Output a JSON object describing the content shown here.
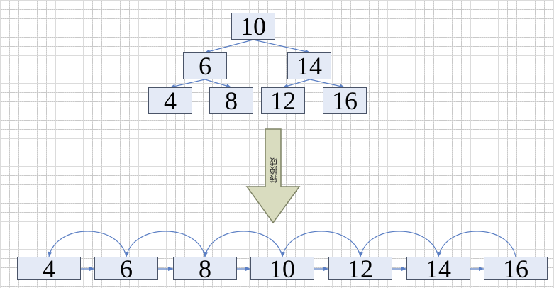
{
  "tree": {
    "nodes": [
      {
        "id": "n10",
        "value": "10"
      },
      {
        "id": "n6",
        "value": "6"
      },
      {
        "id": "n14",
        "value": "14"
      },
      {
        "id": "n4",
        "value": "4"
      },
      {
        "id": "n8",
        "value": "8"
      },
      {
        "id": "n12",
        "value": "12"
      },
      {
        "id": "n16",
        "value": "16"
      }
    ]
  },
  "arrow_label": "转换成",
  "list": {
    "nodes": [
      "4",
      "6",
      "8",
      "10",
      "12",
      "14",
      "16"
    ]
  },
  "colors": {
    "box_fill": "#e4eaf6",
    "edge": "#5b7fc4",
    "arrow_fill": "#d9dcbf",
    "arrow_stroke": "#7f8466"
  }
}
